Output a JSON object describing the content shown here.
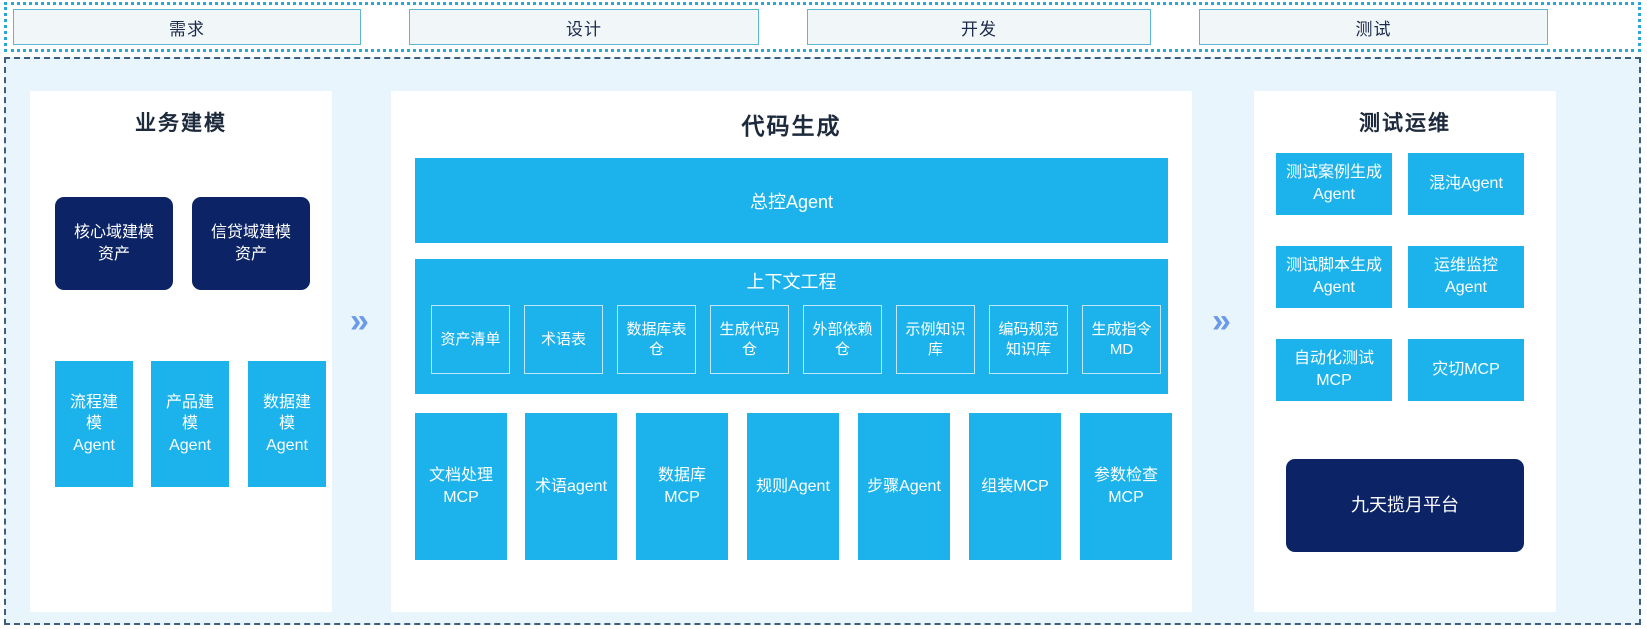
{
  "stages": {
    "items": [
      {
        "label": "需求"
      },
      {
        "label": "设计"
      },
      {
        "label": "开发"
      },
      {
        "label": "测试"
      }
    ]
  },
  "flow": {
    "chevron_glyph": "»"
  },
  "colors": {
    "cyan": "#1CB3EC",
    "navy": "#0C2466",
    "panel_bg": "#FFFFFF",
    "region_bg": "#E9F5FD",
    "chevron": "#6A9AE8",
    "stage_fill": "#F1F6F9",
    "stage_border": "#5FB5D4"
  },
  "panels": {
    "business_modeling": {
      "title": "业务建模",
      "assets": [
        {
          "label": "核心域建模资产"
        },
        {
          "label": "信贷域建模资产"
        }
      ],
      "agents": [
        {
          "label": "流程建模Agent"
        },
        {
          "label": "产品建模Agent"
        },
        {
          "label": "数据建模Agent"
        }
      ]
    },
    "code_generation": {
      "title": "代码生成",
      "control_agent": {
        "label": "总控Agent"
      },
      "context_engineering": {
        "title": "上下文工程",
        "items": [
          {
            "label": "资产清单"
          },
          {
            "label": "术语表"
          },
          {
            "label": "数据库表仓"
          },
          {
            "label": "生成代码仓"
          },
          {
            "label": "外部依赖仓"
          },
          {
            "label": "示例知识库"
          },
          {
            "label": "编码规范知识库"
          },
          {
            "label": "生成指令MD"
          }
        ]
      },
      "tools": [
        {
          "label": "文档处理MCP"
        },
        {
          "label": "术语agent"
        },
        {
          "label": "数据库MCP"
        },
        {
          "label": "规则Agent"
        },
        {
          "label": "步骤Agent"
        },
        {
          "label": "组装MCP"
        },
        {
          "label": "参数检查MCP"
        }
      ]
    },
    "test_ops": {
      "title": "测试运维",
      "agents": [
        {
          "label": "测试案例生成Agent"
        },
        {
          "label": "混沌Agent"
        },
        {
          "label": "测试脚本生成Agent"
        },
        {
          "label": "运维监控Agent"
        },
        {
          "label": "自动化测试MCP"
        },
        {
          "label": "灾切MCP"
        }
      ],
      "platform": {
        "label": "九天揽月平台"
      }
    }
  }
}
